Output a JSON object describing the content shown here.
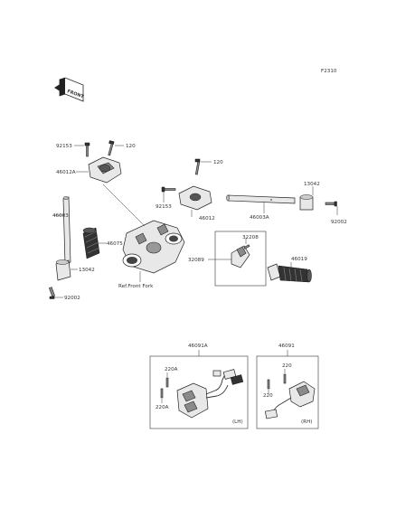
{
  "figure_code": "F2310",
  "front_badge": "FRONT",
  "callouts": {
    "p92153_top": "92153",
    "p120_top": "120",
    "p46012a": "46012A",
    "p46003": "46003",
    "p46075": "46075",
    "p13042_left": "13042",
    "p92002_left": "92002",
    "p120_right": "120",
    "p13042_right": "13042",
    "p92153_mid": "92153",
    "p46012": "46012",
    "p46003a": "46003A",
    "p92002_right": "92002",
    "ref_front_fork": "Ref.Front Fork",
    "p32208": "32208",
    "p32089": "32089",
    "p46019": "46019",
    "p46091a": "46091A",
    "p220a_upper": "220A",
    "p220a_lower": "220A",
    "lh": "(LH)",
    "p46091": "46091",
    "p220_upper": "220",
    "p220_lower": "220",
    "rh": "(RH)"
  }
}
